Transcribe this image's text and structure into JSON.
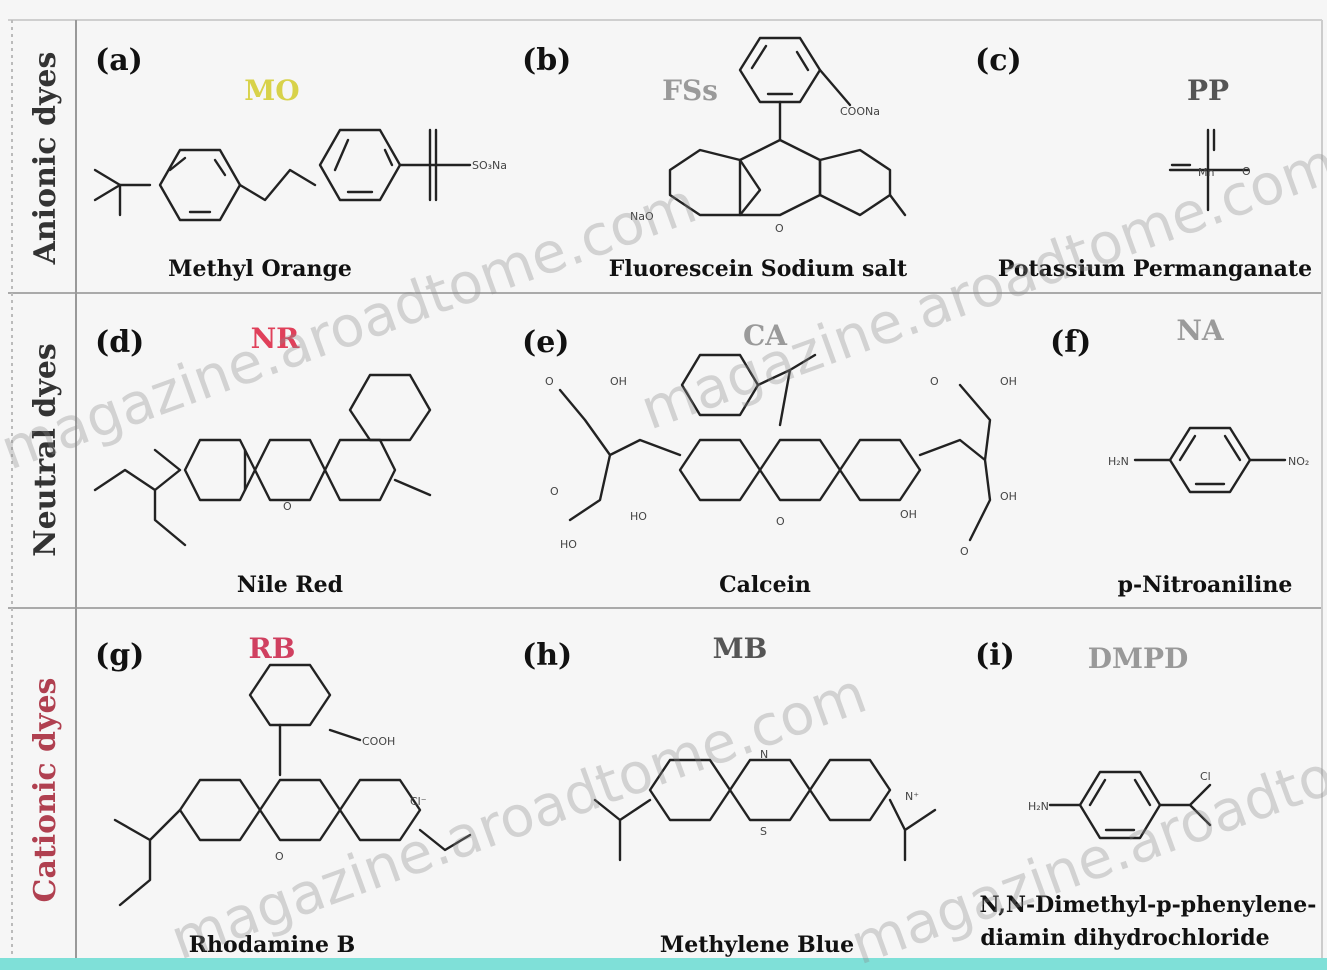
{
  "rows": [
    {
      "label": "Anionic dyes",
      "color": "#333333"
    },
    {
      "label": "Neutral dyes",
      "color": "#333333"
    },
    {
      "label": "Cationic dyes",
      "color": "#b04050"
    }
  ],
  "panels": [
    {
      "letter": "(a)",
      "abbr": "MO",
      "abbr_color": "#d8d24a",
      "name": "Methyl Orange"
    },
    {
      "letter": "(b)",
      "abbr": "FSs",
      "abbr_color": "#9a9a9a",
      "name": "Fluorescein Sodium salt"
    },
    {
      "letter": "(c)",
      "abbr": "PP",
      "abbr_color": "#555555",
      "name": "Potassium Permanganate"
    },
    {
      "letter": "(d)",
      "abbr": "NR",
      "abbr_color": "#e0405a",
      "name": "Nile Red"
    },
    {
      "letter": "(e)",
      "abbr": "CA",
      "abbr_color": "#9a9a9a",
      "name": "Calcein"
    },
    {
      "letter": "(f)",
      "abbr": "NA",
      "abbr_color": "#9a9a9a",
      "name": "p-Nitroaniline"
    },
    {
      "letter": "(g)",
      "abbr": "RB",
      "abbr_color": "#d04060",
      "name": "Rhodamine B"
    },
    {
      "letter": "(h)",
      "abbr": "MB",
      "abbr_color": "#555555",
      "name": "Methylene Blue"
    },
    {
      "letter": "(i)",
      "abbr": "DMPD",
      "abbr_color": "#999999",
      "name": "N,N-Dimethyl-p-phenylene-",
      "name2": "diamin  dihydrochloride"
    }
  ],
  "watermark": "magazine.aroadtome.com",
  "accent": "#7fe0d8"
}
